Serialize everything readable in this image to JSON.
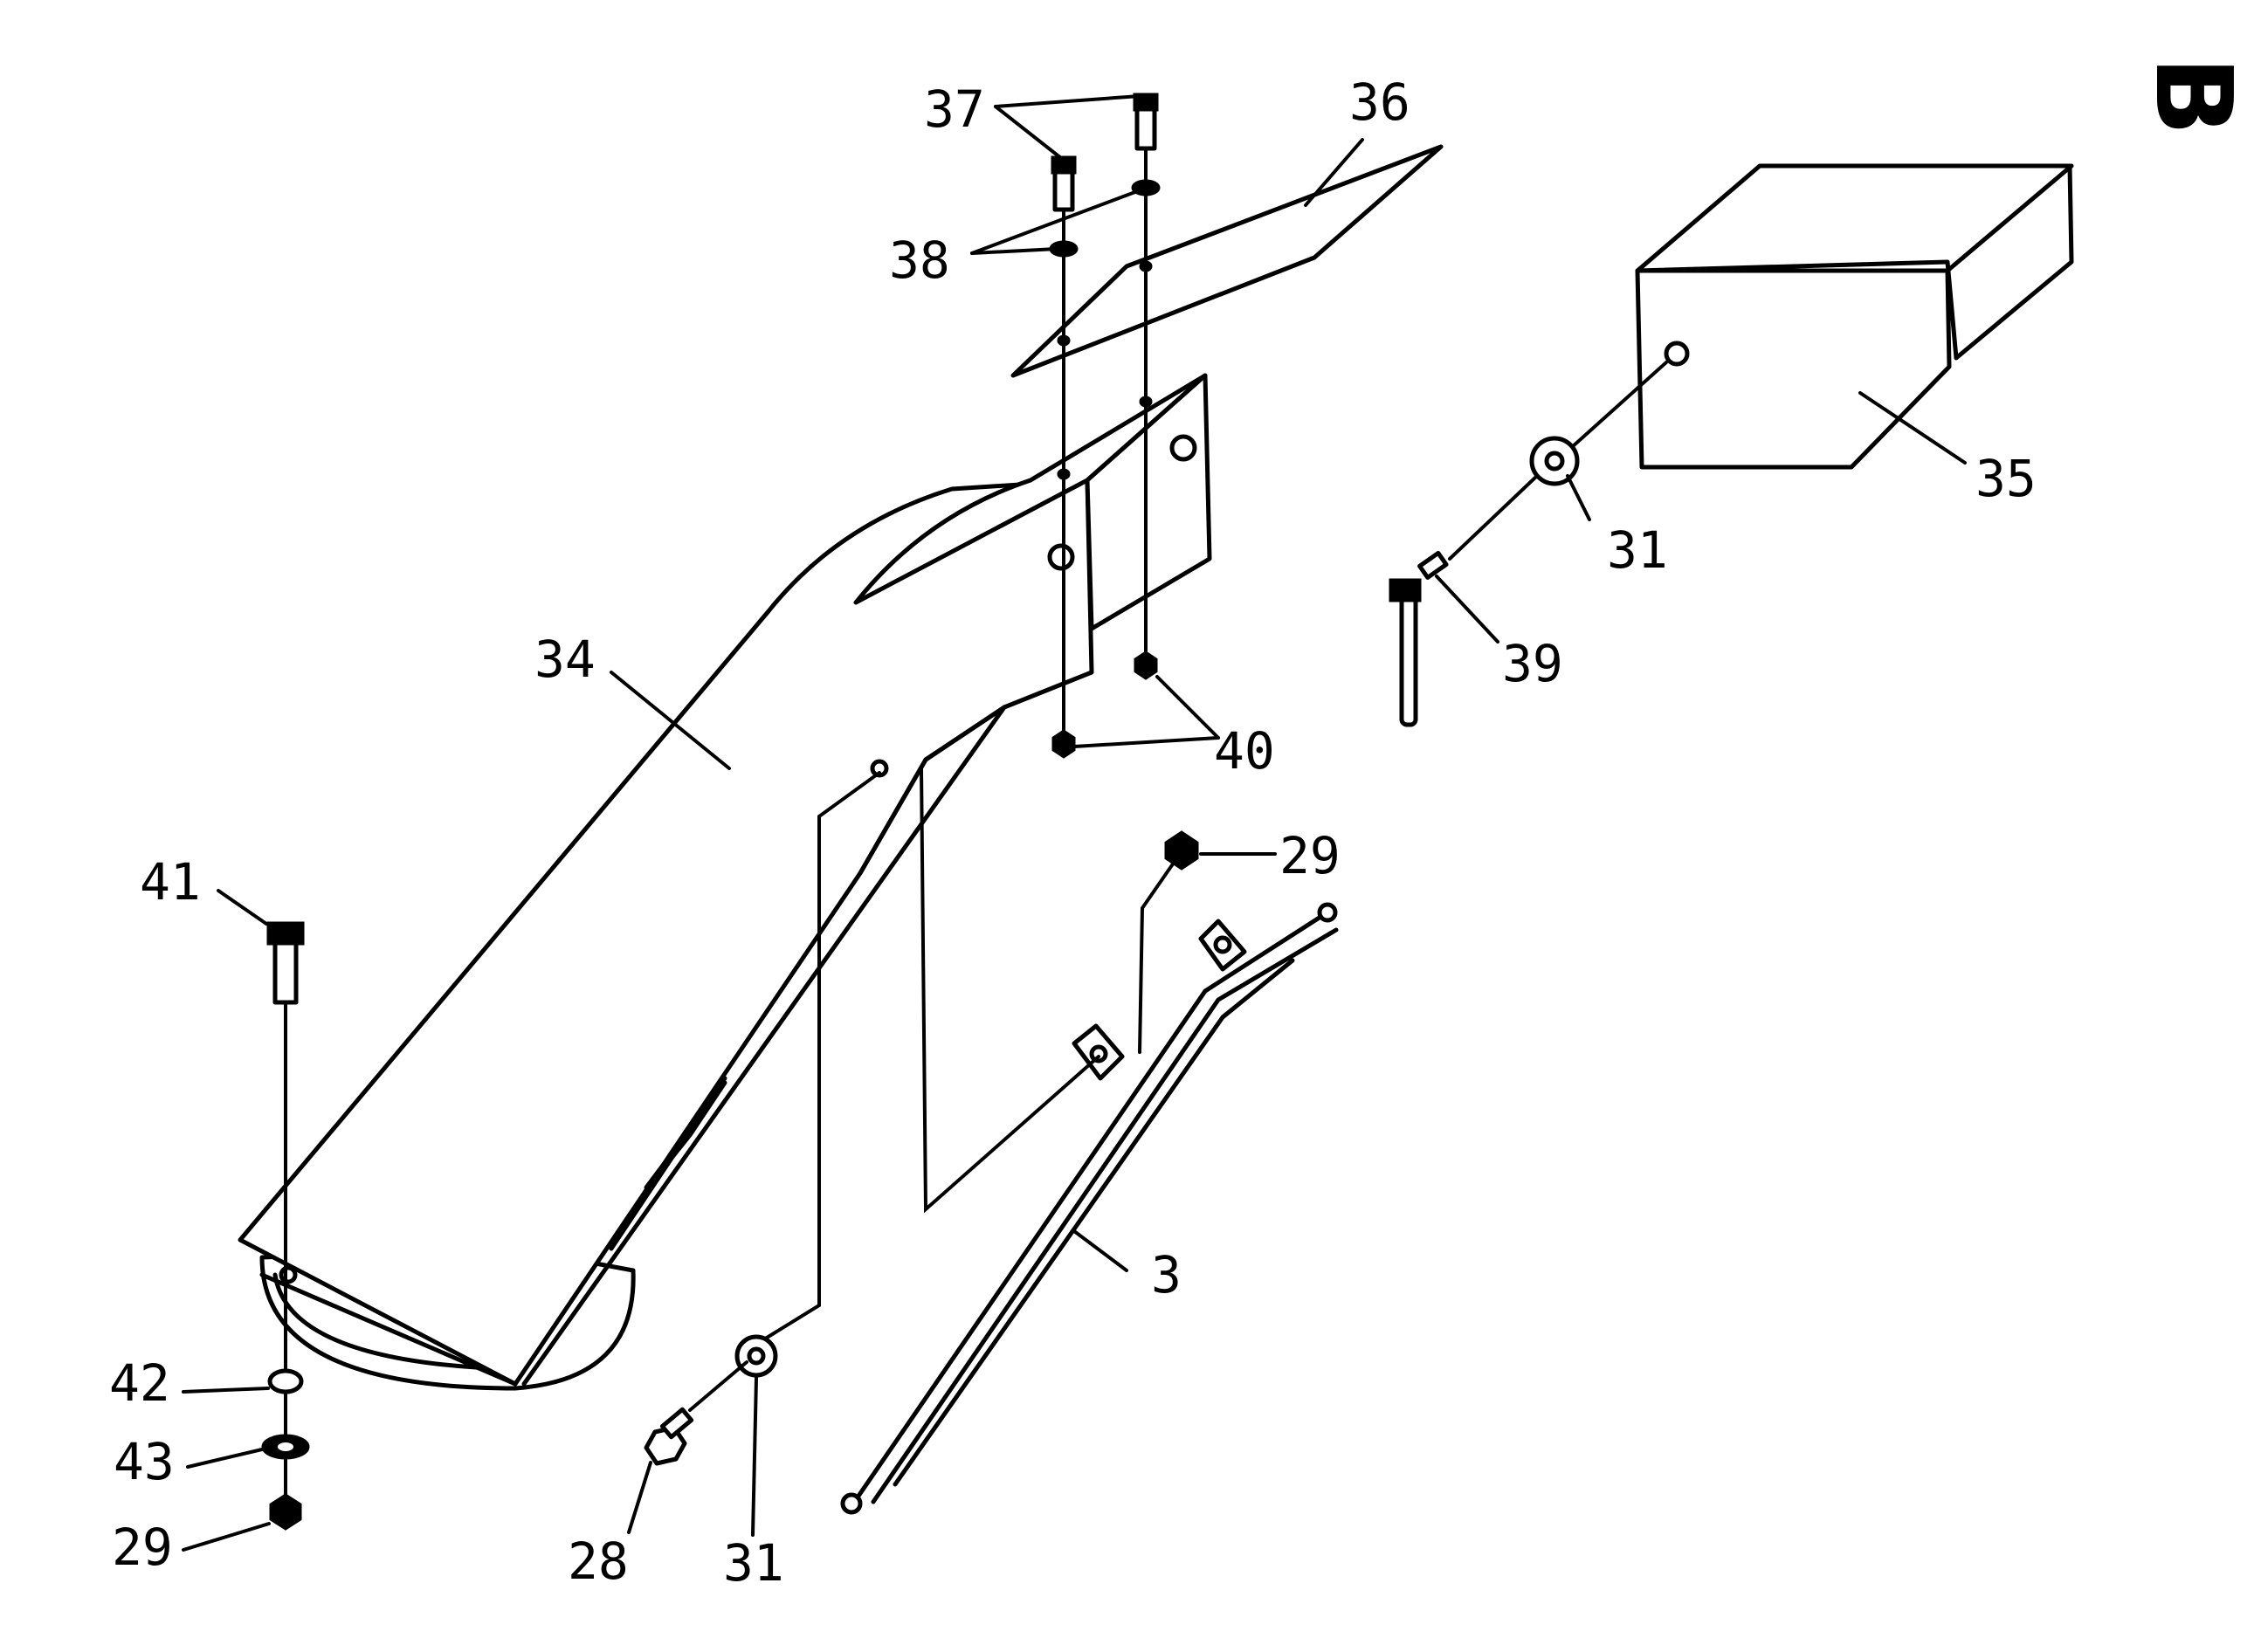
{
  "sheet_letter": "B",
  "callouts": {
    "c3": "3",
    "c28": "28",
    "c29a": "29",
    "c29b": "29",
    "c31a": "31",
    "c31b": "31",
    "c34": "34",
    "c35": "35",
    "c36": "36",
    "c37": "37",
    "c38": "38",
    "c39": "39",
    "c40": "40",
    "c41": "41",
    "c42": "42",
    "c43": "43"
  }
}
